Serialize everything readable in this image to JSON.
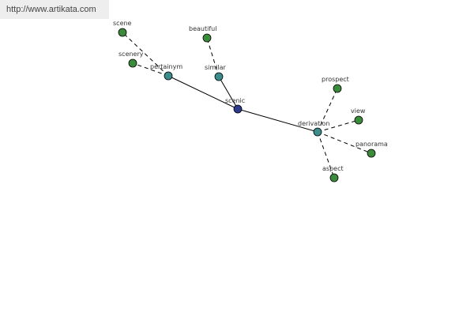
{
  "site": {
    "url_text": "http://www.artikata.com"
  },
  "colors": {
    "center": "#2e3a8c",
    "relation": "#3c8c8c",
    "word": "#3c8a3c"
  },
  "graph": {
    "nodes": [
      {
        "id": "scenic",
        "label": "scenic",
        "kind": "center"
      },
      {
        "id": "pertainym",
        "label": "pertainym",
        "kind": "relation"
      },
      {
        "id": "similar",
        "label": "similar",
        "kind": "relation"
      },
      {
        "id": "derivation",
        "label": "derivation",
        "kind": "relation"
      },
      {
        "id": "scene",
        "label": "scene",
        "kind": "word"
      },
      {
        "id": "scenery",
        "label": "scenery",
        "kind": "word"
      },
      {
        "id": "beautiful",
        "label": "beautiful",
        "kind": "word"
      },
      {
        "id": "prospect",
        "label": "prospect",
        "kind": "word"
      },
      {
        "id": "view",
        "label": "view",
        "kind": "word"
      },
      {
        "id": "panorama",
        "label": "panorama",
        "kind": "word"
      },
      {
        "id": "aspect",
        "label": "aspect",
        "kind": "word"
      }
    ],
    "edges": [
      {
        "from": "scenic",
        "to": "pertainym",
        "style": "solid"
      },
      {
        "from": "scenic",
        "to": "similar",
        "style": "solid"
      },
      {
        "from": "scenic",
        "to": "derivation",
        "style": "solid"
      },
      {
        "from": "pertainym",
        "to": "scene",
        "style": "dashed"
      },
      {
        "from": "pertainym",
        "to": "scenery",
        "style": "dashed"
      },
      {
        "from": "similar",
        "to": "beautiful",
        "style": "dashed"
      },
      {
        "from": "derivation",
        "to": "prospect",
        "style": "dashed"
      },
      {
        "from": "derivation",
        "to": "view",
        "style": "dashed"
      },
      {
        "from": "derivation",
        "to": "panorama",
        "style": "dashed"
      },
      {
        "from": "derivation",
        "to": "aspect",
        "style": "dashed"
      }
    ]
  }
}
